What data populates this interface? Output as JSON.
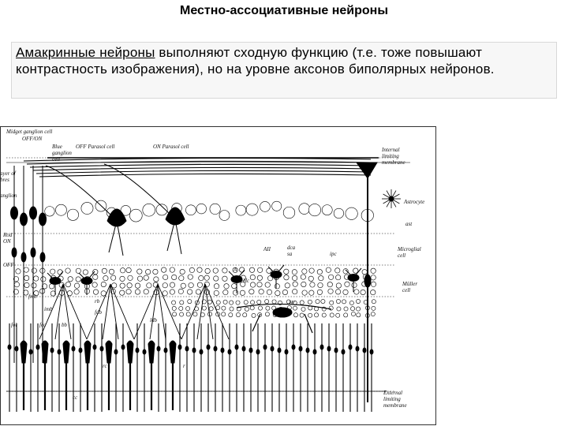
{
  "slide": {
    "title": "Местно-ассоциативные нейроны",
    "paragraph": {
      "keyword": "Амакринные нейроны",
      "rest": " выполняют сходную функцию (т.е. тоже повышают контрастность изображения),   но на уровне аксонов биполярных нейронов."
    }
  },
  "figure": {
    "labels_left": {
      "midget_ganglion": "Midget ganglion cell",
      "off_on": "OFF/ON",
      "blue_ganglion": "Blue ganglion cell",
      "off_parasol": "OFF Parasol cell",
      "on_parasol": "ON Parasol cell",
      "layer_of_fibers": "ayer of bres",
      "ganglion_layer": "anglion",
      "ab_rod_on": "Rod ON",
      "off": "OFF",
      "fmb": "fmb",
      "imb": "imb",
      "rb": "rb",
      "fdb": "fdb",
      "ldb": "ldb",
      "fol": "fol",
      "fcc": "fcc",
      "bb": "bb",
      "rc": "rc",
      "cc": "cc",
      "r": "r",
      "amacrine_a": "A"
    },
    "labels_right": {
      "internal_limiting": "Internal limiting membrane",
      "astrocyte": "Astrocyte",
      "ast": "ast",
      "microglial": "Microglial cell",
      "muller": "Müller cell",
      "external_limiting": "External limiting membrane"
    },
    "labels_mid": {
      "aii": "AII",
      "dca": "dca",
      "sa": "sa",
      "ipc": "ipc",
      "hc": "Hc",
      "hc2": "Hc"
    }
  }
}
